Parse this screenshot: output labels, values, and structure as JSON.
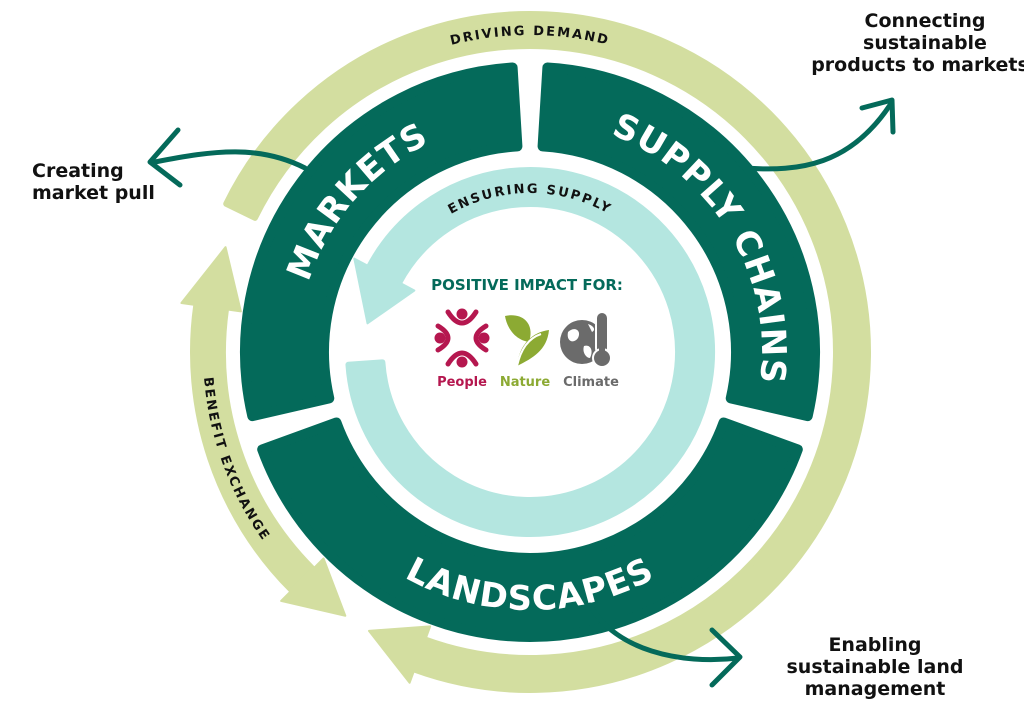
{
  "colors": {
    "dark_green": "#046a5a",
    "light_green": "#d3dea0",
    "teal": "#b4e6e0",
    "people": "#b5174f",
    "nature": "#8caa33",
    "climate": "#6b6b6b"
  },
  "outer_ring": {
    "top_label": "DRIVING DEMAND",
    "left_label": "BENEFIT EXCHANGE"
  },
  "inner_ring": {
    "label": "ENSURING SUPPLY"
  },
  "segments": {
    "markets": "MARKETS",
    "supply_chains": "SUPPLY CHAINS",
    "landscapes": "LANDSCAPES"
  },
  "center": {
    "title": "POSITIVE IMPACT FOR:",
    "items": [
      {
        "label": "People",
        "icon": "people-icon"
      },
      {
        "label": "Nature",
        "icon": "leaf-icon"
      },
      {
        "label": "Climate",
        "icon": "globe-thermometer-icon"
      }
    ]
  },
  "callouts": {
    "markets": [
      "Creating",
      "market pull"
    ],
    "supply_chains": [
      "Connecting",
      "sustainable",
      "products to markets"
    ],
    "landscapes": [
      "Enabling",
      "sustainable land",
      "management"
    ]
  }
}
